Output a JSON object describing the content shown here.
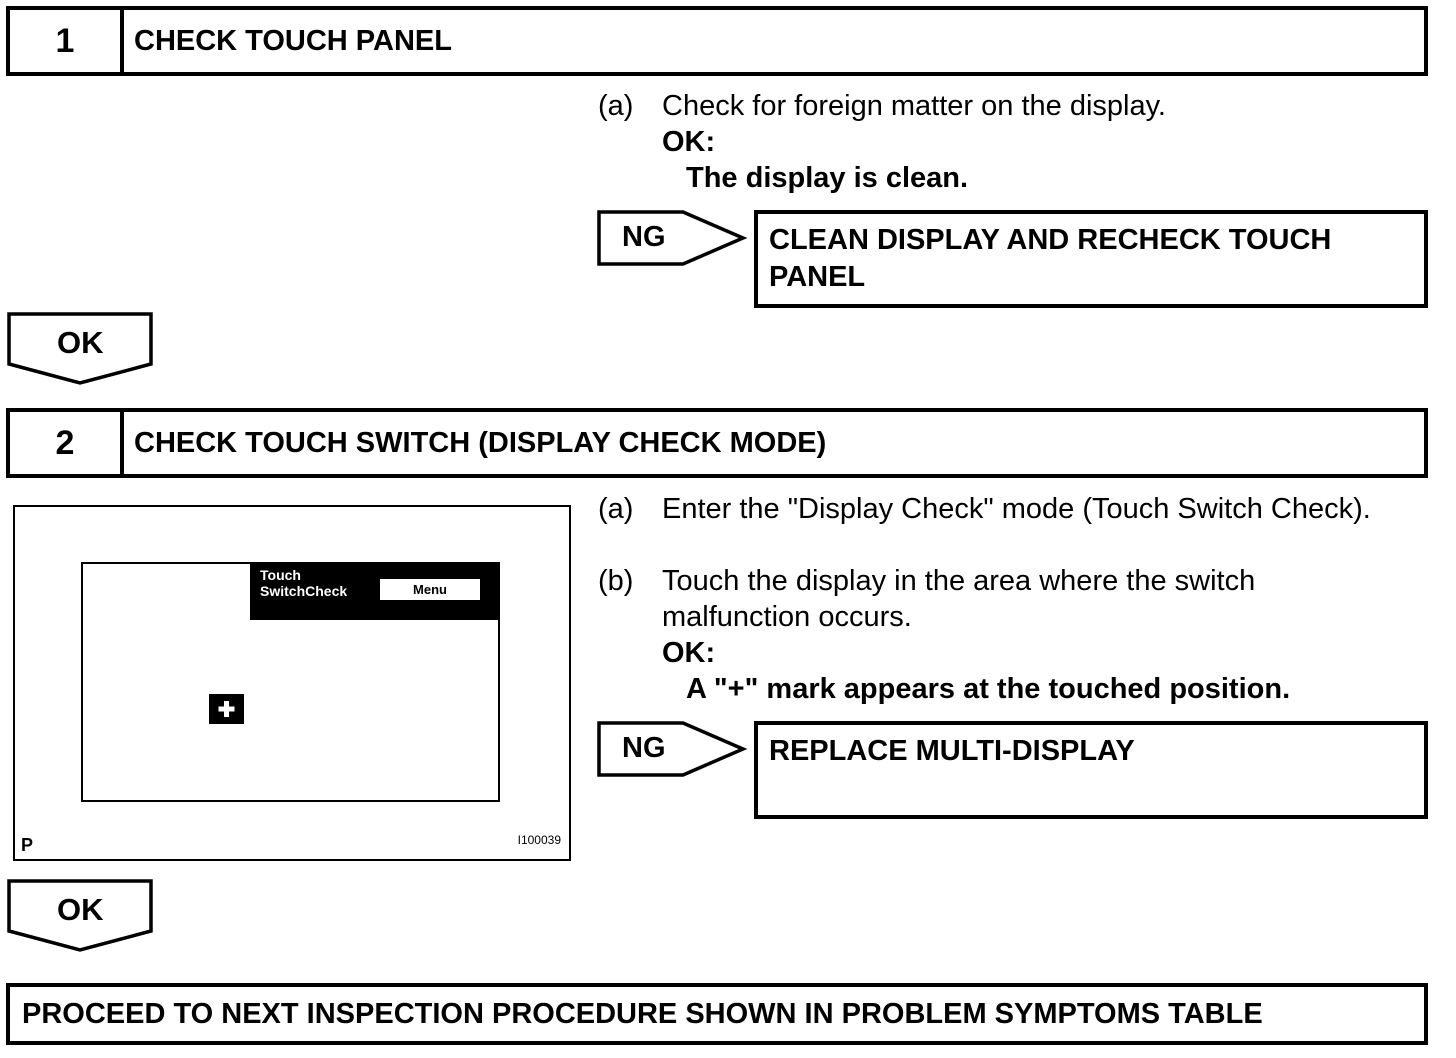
{
  "step1": {
    "number": "1",
    "title": "CHECK TOUCH PANEL",
    "instruction_marker": "(a)",
    "instruction": "Check for foreign matter on the display.",
    "ok_label": "OK:",
    "ok_condition": "The display is clean.",
    "ng_label": "NG",
    "ng_action_line1": "CLEAN DISPLAY AND RECHECK TOUCH",
    "ng_action_line2": "PANEL",
    "ok_arrow_label": "OK"
  },
  "step2": {
    "number": "2",
    "title": "CHECK TOUCH SWITCH (DISPLAY CHECK MODE)",
    "instruction_a_marker": "(a)",
    "instruction_a": "Enter the \"Display Check\" mode (Touch Switch Check).",
    "instruction_b_marker": "(b)",
    "instruction_b_line1": "Touch the display in the area where the switch",
    "instruction_b_line2": "malfunction occurs.",
    "ok_label": "OK:",
    "ok_condition": "A \"+\" mark appears at the touched position.",
    "ng_label": "NG",
    "ng_action": "REPLACE MULTI-DISPLAY",
    "ok_arrow_label": "OK"
  },
  "figure": {
    "screen_title_line1": "Touch",
    "screen_title_line2": "SwitchCheck",
    "menu_button": "Menu",
    "corner_label": "P",
    "figure_id": "I100039",
    "icon": "plus-marker-icon"
  },
  "final": {
    "text": "PROCEED TO NEXT INSPECTION PROCEDURE SHOWN IN PROBLEM SYMPTOMS TABLE"
  }
}
